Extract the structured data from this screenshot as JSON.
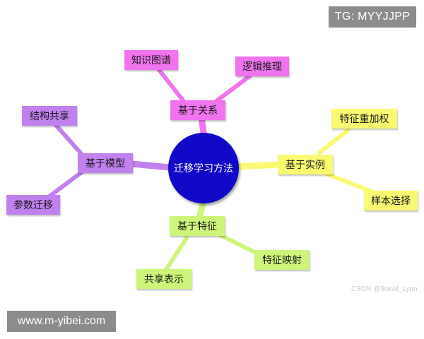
{
  "watermarks": {
    "top": "TG: MYYJJPP",
    "bottom": "www.m-yibei.com"
  },
  "credit": "CSDN @Sonal_Lynn",
  "center": {
    "label": "迁移学习方法",
    "color": "#1208c8"
  },
  "branches": {
    "relation": {
      "label": "基于关系",
      "color": "#f074ee",
      "children": [
        "知识图谱",
        "逻辑推理"
      ]
    },
    "model": {
      "label": "基于模型",
      "color": "#c080ee",
      "children": [
        "结构共享",
        "参数迁移"
      ]
    },
    "instance": {
      "label": "基于实例",
      "color": "#fafa72",
      "children": [
        "特征重加权",
        "样本选择"
      ]
    },
    "feature": {
      "label": "基于特征",
      "color": "#cef57a",
      "children": [
        "特征映射",
        "共享表示"
      ]
    }
  }
}
